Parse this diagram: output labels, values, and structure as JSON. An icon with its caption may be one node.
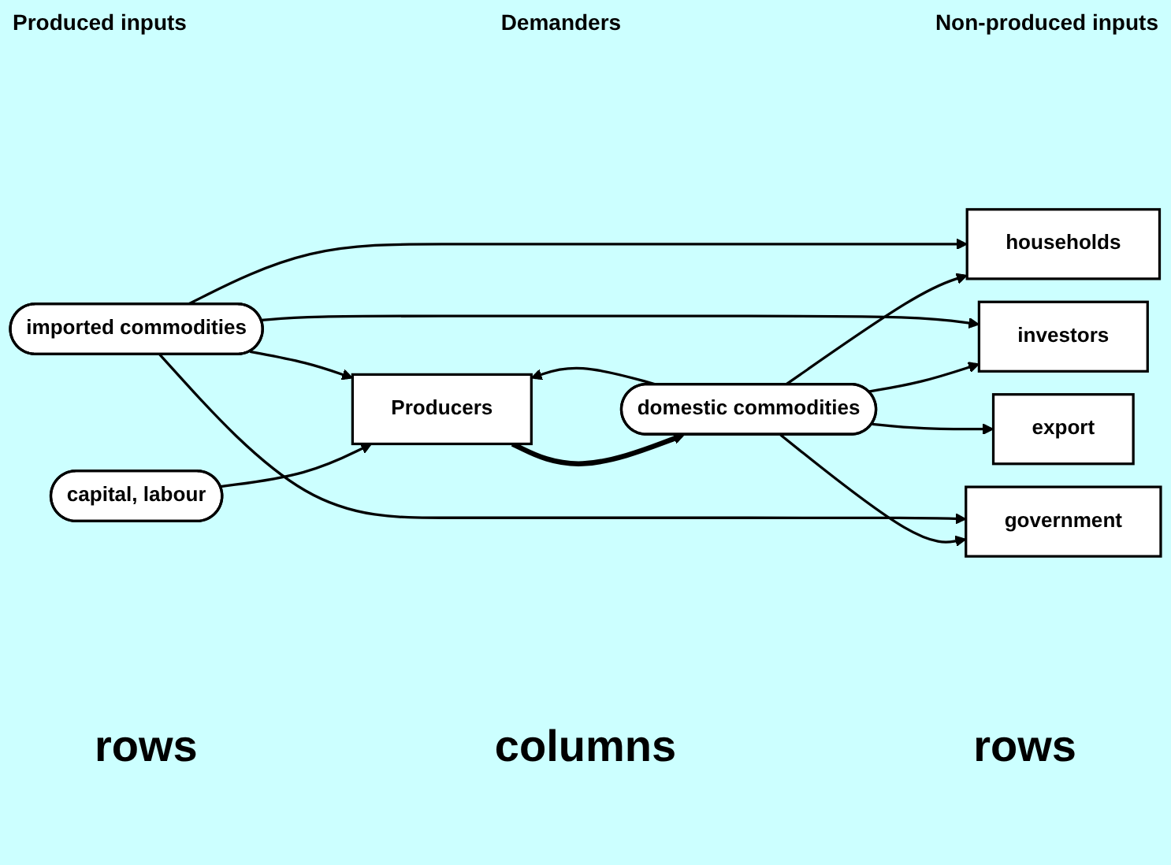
{
  "diagram": {
    "nodes": [
      {
        "text": [
          "Producers"
        ]
      },
      {
        "text": [
          "households"
        ]
      },
      {
        "text": [
          "investors"
        ]
      },
      {
        "text": [
          "government"
        ]
      },
      {
        "text": [
          "export"
        ]
      },
      {
        "text": [
          "domestic commodities"
        ]
      },
      {
        "text": [
          "capital, labour"
        ]
      },
      {
        "text": [
          "imported commodities"
        ]
      }
    ],
    "edges": [
      {
        "from": 0,
        "to": 5,
        "arrow": "to",
        "style": "thick"
      },
      {
        "from": 5,
        "to": 0,
        "arrow": "to"
      },
      {
        "from": 5,
        "to": 1,
        "arrow": "to"
      },
      {
        "from": 5,
        "to": 2,
        "arrow": "to"
      },
      {
        "from": 5,
        "to": 3,
        "arrow": "to"
      },
      {
        "from": 5,
        "to": 4,
        "arrow": "to"
      },
      {
        "from": 6,
        "to": 0,
        "arrow": "to"
      },
      {
        "from": 7,
        "to": 0,
        "arrow": "to"
      },
      {
        "from": 7,
        "to": 1,
        "arrow": "to"
      },
      {
        "from": 7,
        "to": 2,
        "arrow": "to"
      },
      {
        "from": 7,
        "to": 3,
        "arrow": "to"
      }
    ],
    "labels": [
      "Produced inputs",
      "Demanders",
      "Non-produced inputs",
      "rows",
      "columns",
      "rows"
    ]
  }
}
